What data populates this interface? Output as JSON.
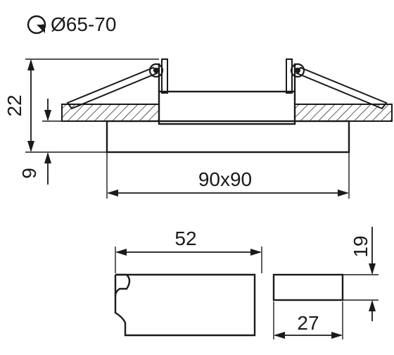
{
  "header": {
    "icon": "hole-saw-icon",
    "cutout_label": "Ø65-70"
  },
  "dimensions": {
    "total_height": "22",
    "bottom_height": "9",
    "frame_size": "90x90",
    "module_width": "52",
    "module_depth": "19",
    "module_length": "27"
  },
  "colors": {
    "line": "#1a1a1a",
    "background": "#ffffff"
  }
}
